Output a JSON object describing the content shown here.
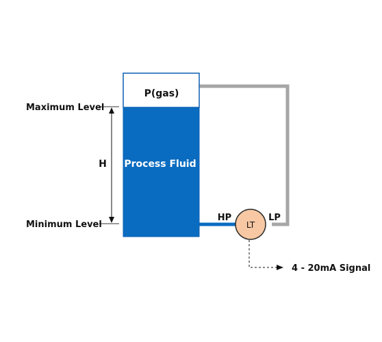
{
  "diagram": {
    "gas_label": "P(gas)",
    "fluid_label": "Process Fluid",
    "max_level_label": "Maximum Level",
    "min_level_label": "Minimum Level",
    "height_label": "H",
    "hp_label": "HP",
    "lp_label": "LP",
    "transmitter_label": "LT",
    "signal_label": "4 - 20mA Signal"
  },
  "colors": {
    "fluid": "#0a6cc0",
    "tank_border": "#0a5fb4",
    "gas": "#ffffff",
    "impulse_line_gas": "#a6a6a6",
    "impulse_line_fluid": "#0a6cc0",
    "transmitter_fill": "#f7c8a3",
    "transmitter_border": "#2b2b2b",
    "text": "#111111",
    "fluid_text": "#ffffff"
  }
}
